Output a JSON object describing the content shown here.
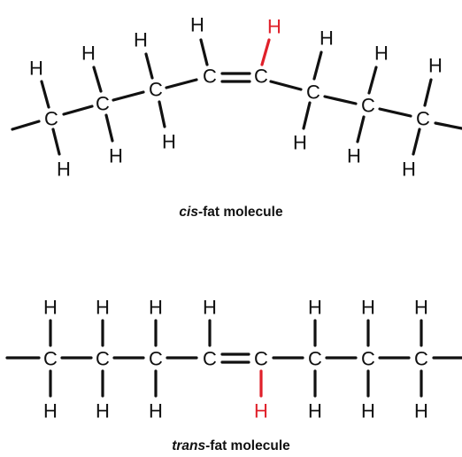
{
  "colors": {
    "atom": "#111111",
    "highlight": "#e0202a",
    "bond": "#111111"
  },
  "cis": {
    "caption_prefix": "cis",
    "caption_suffix": "-fat molecule",
    "carbons": [
      "C",
      "C",
      "C",
      "C",
      "C",
      "C",
      "C",
      "C"
    ],
    "hydrogens": [
      "H",
      "H",
      "H",
      "H",
      "H",
      "H",
      "H",
      "H",
      "H",
      "H",
      "H",
      "H",
      "H",
      "H"
    ],
    "highlighted_hydrogen": "H"
  },
  "trans": {
    "caption_prefix": "trans",
    "caption_suffix": "-fat molecule",
    "carbons": [
      "C",
      "C",
      "C",
      "C",
      "C",
      "C",
      "C",
      "C"
    ],
    "hydrogens": [
      "H",
      "H",
      "H",
      "H",
      "H",
      "H",
      "H",
      "H",
      "H",
      "H",
      "H",
      "H",
      "H",
      "H"
    ],
    "highlighted_hydrogen": "H"
  }
}
